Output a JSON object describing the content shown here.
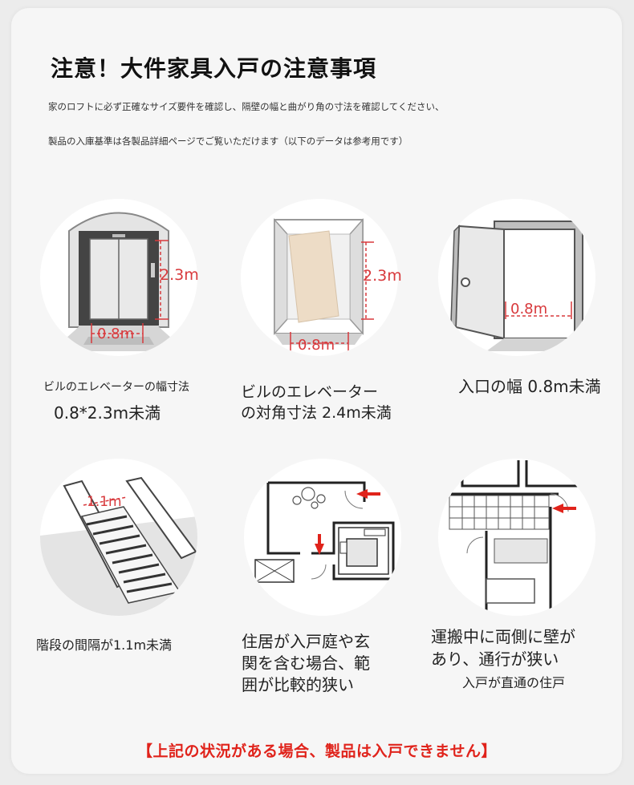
{
  "header": {
    "title": "注意！大件家具入戸の注意事項",
    "line1": "家のロフトに必ず正確なサイズ要件を確認し、隔壁の幅と曲がり角の寸法を確認してください、",
    "line2": "製品の入庫基準は各製品詳細ページでご覧いただけます（以下のデータは参考用です）"
  },
  "items": [
    {
      "dims": {
        "height": "2.3m",
        "width": "0.8m"
      },
      "caption_small": "ビルのエレベーターの幅寸法",
      "caption_big": "0.8*2.3m未満"
    },
    {
      "dims": {
        "height": "2.3m",
        "width": "0.8m"
      },
      "caption_line1": "ビルのエレベーター",
      "caption_line2": "の対角寸法 2.4m未満"
    },
    {
      "dims": {
        "width": "0.8m"
      },
      "caption": "入口の幅 0.8m未満"
    },
    {
      "dims": {
        "width": "1.1m"
      },
      "caption": "階段の間隔が1.1m未満"
    },
    {
      "caption_line1": "住居が入戸庭や玄",
      "caption_line2": "関を含む場合、範",
      "caption_line3": "囲が比較的狭い"
    },
    {
      "caption_line1": "運搬中に両側に壁が",
      "caption_line2": "あり、通行が狭い",
      "caption_line3": "入戸が直通の住戸"
    }
  ],
  "footer": {
    "warning": "【上記の状況がある場合、製品は入戸できません】"
  },
  "colors": {
    "accent_red": "#e0231b",
    "dim_red": "#d8393c",
    "background": "#f6f6f6"
  }
}
